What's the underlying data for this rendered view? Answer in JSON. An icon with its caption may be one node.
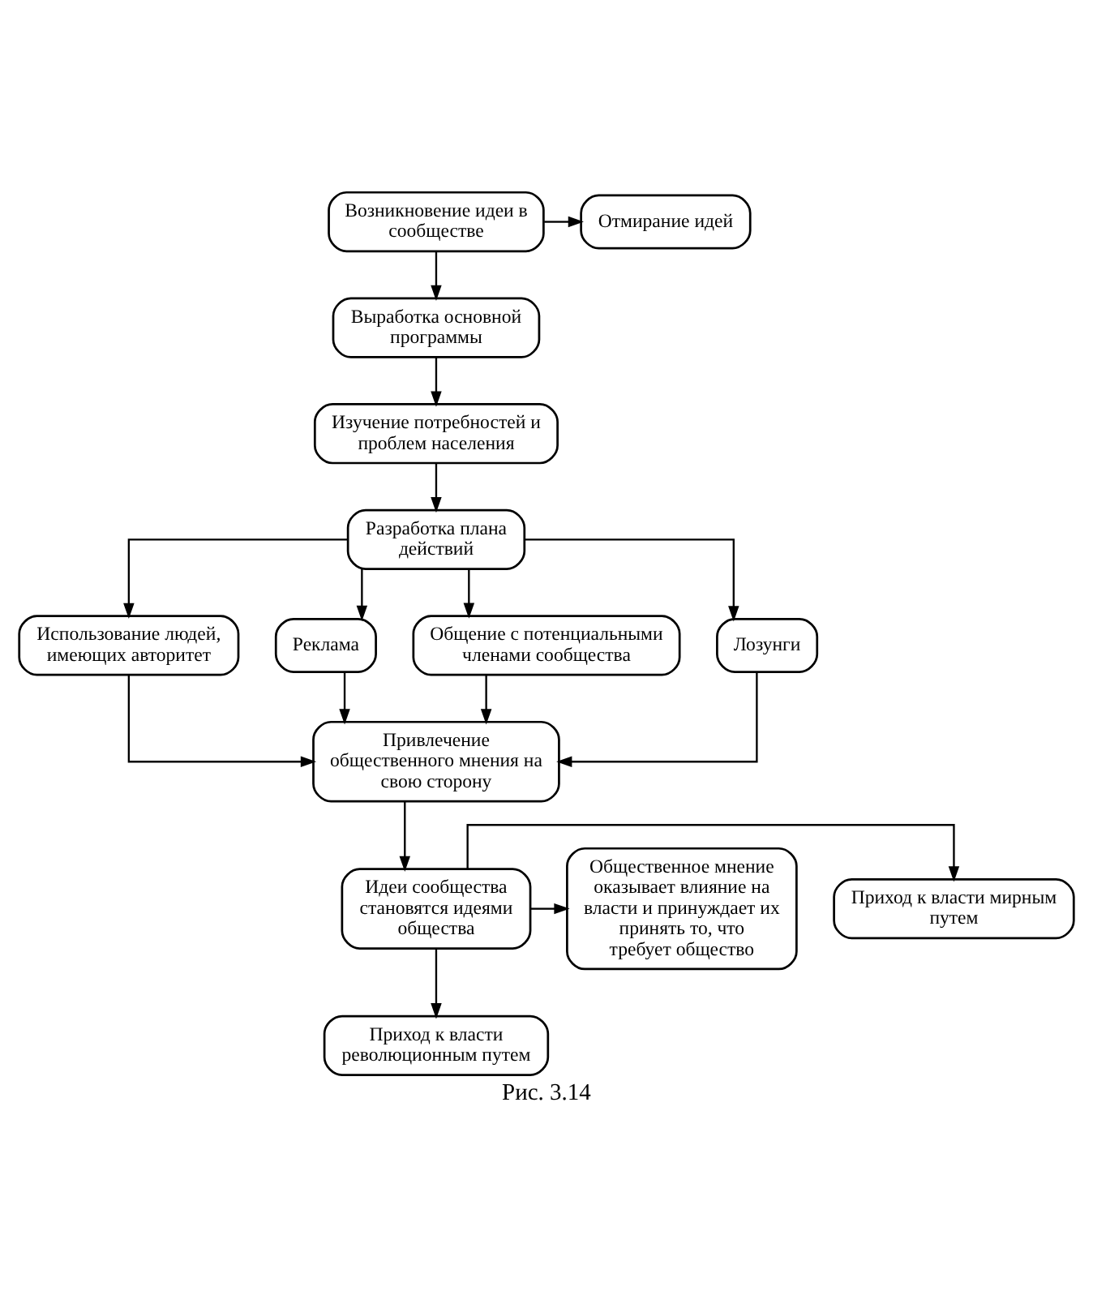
{
  "diagram": {
    "caption": "Рис. 3.14",
    "nodes": [
      {
        "text": [
          "Возникновение идеи в сообществе"
        ]
      },
      {
        "text": [
          "Отмирание идей"
        ]
      },
      {
        "text": [
          "Выработка основной программы"
        ]
      },
      {
        "text": [
          "Изучение потребностей и проблем населения"
        ]
      },
      {
        "text": [
          "Разработка плана действий"
        ]
      },
      {
        "text": [
          "Использование людей, имеющих авторитет"
        ]
      },
      {
        "text": [
          "Реклама"
        ]
      },
      {
        "text": [
          "Общение с потенциальными членами сообщества"
        ]
      },
      {
        "text": [
          "Лозунги"
        ]
      },
      {
        "text": [
          "Привлечение общественного мнения на свою сторону"
        ]
      },
      {
        "text": [
          "Приход к власти мирным путем"
        ]
      },
      {
        "text": [
          "Идеи сообщества становятся идеями общества"
        ]
      },
      {
        "text": [
          "Общественное мнение оказывает влияние на власти и принуждает их принять то, что требует общество"
        ]
      },
      {
        "text": [
          "Приход к власти революционным путем"
        ]
      }
    ],
    "edges": [
      {
        "from": 0,
        "to": 1,
        "arrow": "to"
      },
      {
        "from": 0,
        "to": 2,
        "arrow": "to"
      },
      {
        "from": 2,
        "to": 3,
        "arrow": "to"
      },
      {
        "from": 3,
        "to": 4,
        "arrow": "to"
      },
      {
        "from": 4,
        "to": 5,
        "arrow": "to"
      },
      {
        "from": 4,
        "to": 6,
        "arrow": "to"
      },
      {
        "from": 4,
        "to": 7,
        "arrow": "to"
      },
      {
        "from": 4,
        "to": 8,
        "arrow": "to"
      },
      {
        "from": 5,
        "to": 9,
        "arrow": "to"
      },
      {
        "from": 6,
        "to": 9,
        "arrow": "to"
      },
      {
        "from": 7,
        "to": 9,
        "arrow": "to"
      },
      {
        "from": 8,
        "to": 9,
        "arrow": "to"
      },
      {
        "from": 9,
        "to": 11,
        "arrow": "to"
      },
      {
        "from": 11,
        "to": 10,
        "arrow": "to"
      },
      {
        "from": 11,
        "to": 12,
        "arrow": "to"
      },
      {
        "from": 11,
        "to": 13,
        "arrow": "to"
      }
    ]
  }
}
